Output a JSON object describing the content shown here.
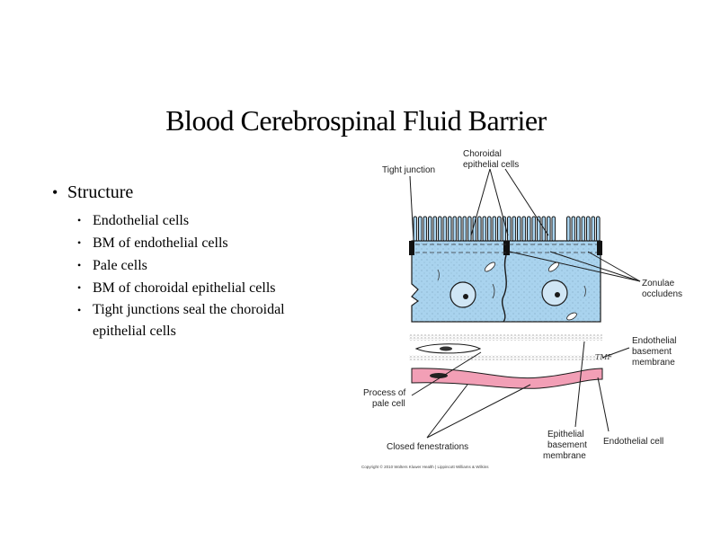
{
  "slide": {
    "title": "Blood Cerebrospinal Fluid Barrier",
    "bullet": "Structure",
    "items": [
      "Endothelial cells",
      "BM of endothelial cells",
      "Pale cells",
      "BM of choroidal epithelial cells",
      "Tight junctions seal the choroidal epithelial cells"
    ]
  },
  "figure": {
    "labels": {
      "tight_junction": "Tight junction",
      "choroidal_1": "Choroidal",
      "choroidal_2": "epithelial cells",
      "zonulae_1": "Zonulae",
      "zonulae_2": "occludens",
      "endo_bm_1": "Endothelial",
      "endo_bm_2": "basement",
      "endo_bm_3": "membrane",
      "process_1": "Process of",
      "process_2": "pale cell",
      "closed_fen": "Closed fenestrations",
      "epi_bm_1": "Epithelial",
      "epi_bm_2": "basement",
      "epi_bm_3": "membrane",
      "endo_cell": "Endothelial cell",
      "signature": "TMF",
      "copyright": "Copyright © 2010 Wolters Kluwer Health | Lippincott Williams & Wilkins"
    },
    "colors": {
      "cell": "#a9d3ee",
      "capillary": "#f29fb6",
      "nucleus": "#d0e6f5"
    }
  }
}
